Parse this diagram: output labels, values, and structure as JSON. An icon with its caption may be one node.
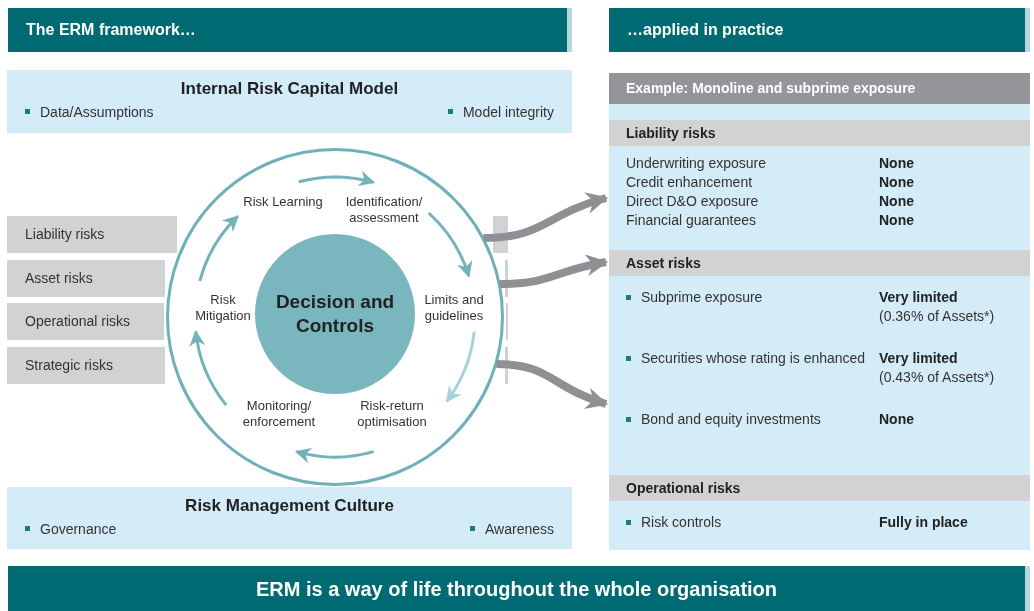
{
  "diagram": {
    "nodes": [
      {
        "text": [
          "The ERM framework…"
        ]
      },
      {
        "text": [
          "…applied in practice"
        ]
      },
      {
        "text": [
          "Internal Risk Capital Model",
          "Data/Assumptions",
          "Model integrity"
        ]
      },
      {
        "text": [
          "Liability risks"
        ]
      },
      {
        "text": [
          "Asset risks"
        ]
      },
      {
        "text": [
          "Operational risks"
        ]
      },
      {
        "text": [
          "Strategic risks"
        ]
      },
      {
        "text": [],
        "shape": "circle"
      },
      {
        "text": [
          "Risk Learning"
        ],
        "in": 7
      },
      {
        "text": [
          "Identification/ assessment"
        ],
        "in": 7
      },
      {
        "text": [
          "Limits and guidelines"
        ],
        "in": 7
      },
      {
        "text": [
          "Risk-return optimisation"
        ],
        "in": 7
      },
      {
        "text": [
          "Monitoring/ enforcement"
        ],
        "in": 7
      },
      {
        "text": [
          "Risk Mitigation"
        ],
        "in": 7
      },
      {
        "text": [
          "Decision and Controls"
        ],
        "in": 7
      },
      {
        "text": [
          "Risk Management Culture",
          "Governance",
          "Awareness"
        ]
      },
      {
        "text": [
          "Example: Monoline and subprime exposure"
        ]
      },
      {
        "text": [
          "Liability risks",
          "Underwriting exposure",
          "None",
          "Credit enhancement",
          "None",
          "Direct D&O exposure",
          "None",
          "Financial guarantees",
          "None"
        ],
        "in": 16
      },
      {
        "text": [
          "Asset risks",
          "Subprime exposure",
          "Very limited",
          "(0.36% of Assets*)",
          "Securities whose rating is enhanced",
          "Very limited",
          "(0.43% of Assets*)",
          "Bond and equity investments",
          "None"
        ],
        "in": 16
      },
      {
        "text": [
          "Operational risks",
          "Risk controls",
          "Fully in place"
        ],
        "in": 16
      },
      {
        "text": [
          "ERM is a way of life throughout the whole organisation"
        ]
      }
    ],
    "edges": [
      {
        "from": 8,
        "to": 9,
        "arrow": "to"
      },
      {
        "from": 9,
        "to": 10,
        "arrow": "to"
      },
      {
        "from": 10,
        "to": 11,
        "arrow": "to",
        "color": "#a6d2d8"
      },
      {
        "from": 11,
        "to": 12,
        "arrow": "to"
      },
      {
        "from": 12,
        "to": 13,
        "arrow": "to"
      },
      {
        "from": 13,
        "to": 8,
        "arrow": "to"
      },
      {
        "from": 7,
        "to": 17,
        "arrow": "to",
        "style": "thick",
        "color": "#8f9093"
      },
      {
        "from": 7,
        "to": 18,
        "arrow": "to",
        "style": "thick",
        "color": "#8f9093"
      },
      {
        "from": 7,
        "to": 18,
        "arrow": "to",
        "style": "thick",
        "color": "#8f9093"
      }
    ]
  }
}
